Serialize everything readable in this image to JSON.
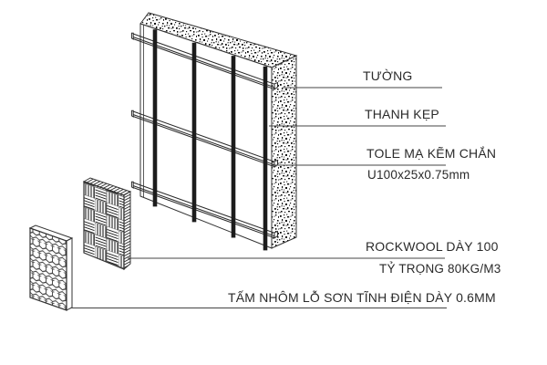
{
  "diagram": {
    "type": "exploded-wall-assembly-detail",
    "background_color": "#ffffff",
    "line_color": "#333333",
    "text_color": "#2a2a2a",
    "callouts": [
      {
        "id": "wall",
        "label": "TƯỜNG"
      },
      {
        "id": "clamp-bar",
        "label": "THANH KẸP"
      },
      {
        "id": "galvanized-sheet",
        "label": "TOLE MẠ KẼM CHẮN",
        "sublabel": "U100x25x0.75mm"
      },
      {
        "id": "rockwool",
        "label": "ROCKWOOL DÀY 100",
        "sublabel": "TỶ TRỌNG 80KG/M3"
      },
      {
        "id": "perforated-aluminum",
        "label": "TẤM NHÔM LỖ SƠN TĨNH ĐIỆN DÀY 0.6MM"
      }
    ]
  }
}
